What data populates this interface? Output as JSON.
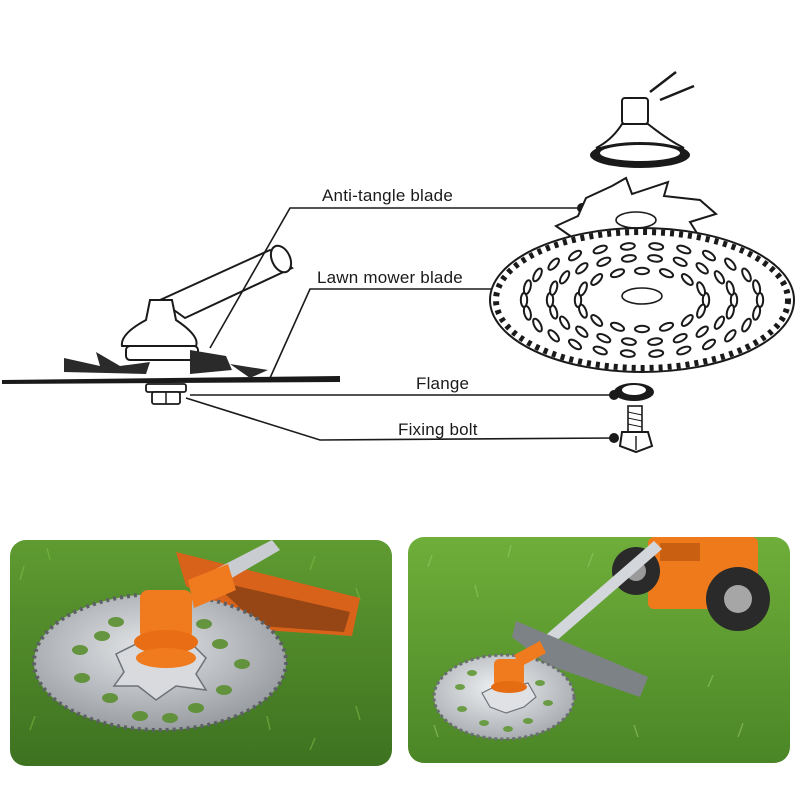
{
  "labels": {
    "anti_tangle_blade": "Anti-tangle blade",
    "lawn_mower_blade": "Lawn mower blade",
    "flange": "Flange",
    "fixing_bolt": "Fixing bolt"
  },
  "colors": {
    "accent_orange": "#f07a1e",
    "grass_dark": "#3f7a22",
    "grass_light": "#6fae3a",
    "line": "#1a1a1a",
    "steel": "#b9bcc0"
  },
  "photos": [
    {
      "subject": "Brush cutter with orange gearbox head and toothed saw blade on lawn"
    },
    {
      "subject": "Wheeled trimmer with orange engine cart and saw blade cutting grass"
    }
  ]
}
